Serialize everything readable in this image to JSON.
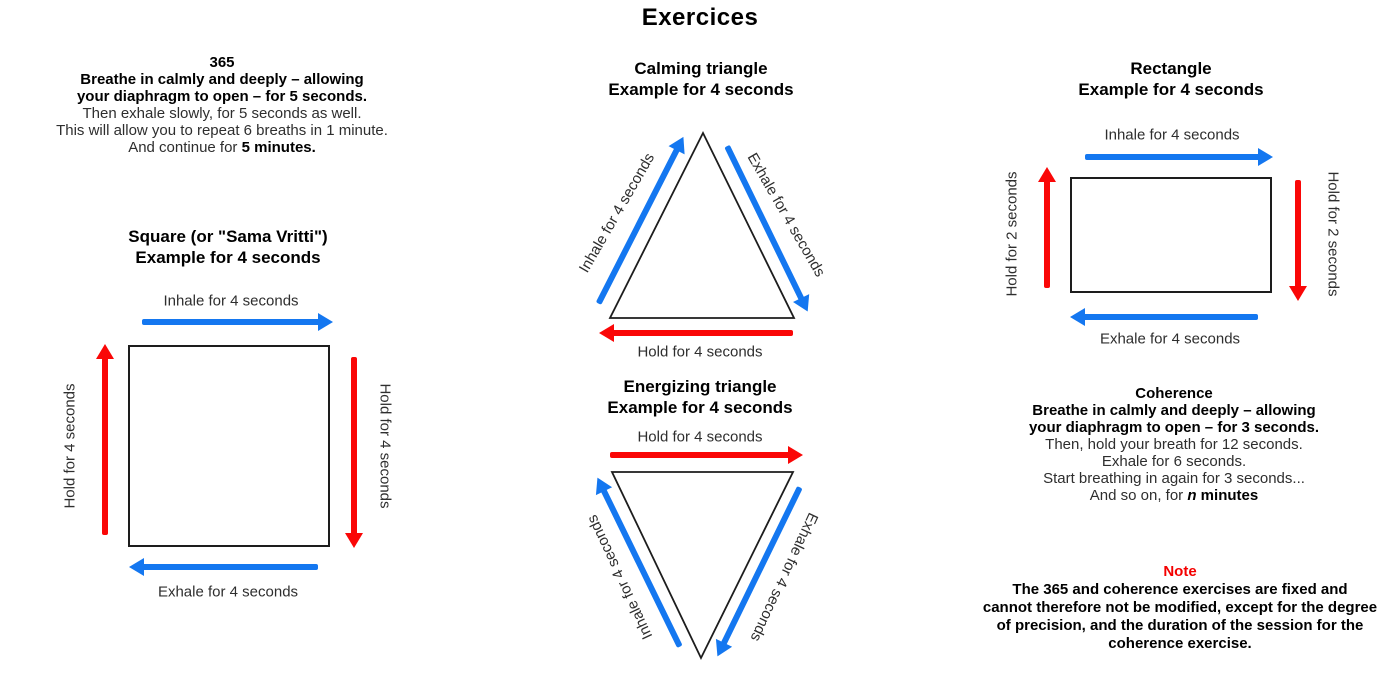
{
  "page_title": "Exercices",
  "colors": {
    "arrow_blue": "#1477F0",
    "arrow_red": "#FA0707",
    "note_title": "#F40000"
  },
  "s365": {
    "title": "365",
    "b1": "Breathe in calmly and deeply – allowing",
    "b2": "your diaphragm to open – for 5 seconds.",
    "r1": "Then exhale slowly, for 5 seconds as well.",
    "r2": "This will allow you to repeat 6 breaths in 1 minute.",
    "r3_pre": "And continue for ",
    "r3_bold": "5 minutes."
  },
  "square": {
    "t1": "Square (or \"Sama Vritti\")",
    "t2": "Example for 4 seconds",
    "inhale": "Inhale for 4 seconds",
    "exhale": "Exhale for 4 seconds",
    "hold_left": "Hold for 4 seconds",
    "hold_right": "Hold for 4 seconds"
  },
  "calming": {
    "t1": "Calming triangle",
    "t2": "Example for 4 seconds",
    "inhale": "Inhale for 4 seconds",
    "exhale": "Exhale for 4 seconds",
    "hold": "Hold for 4 seconds"
  },
  "energizing": {
    "t1": "Energizing triangle",
    "t2": "Example for 4 seconds",
    "hold": "Hold for 4 seconds",
    "inhale": "Inhale for 4 seconds",
    "exhale": "Exhale for 4 seconds"
  },
  "rect": {
    "t1": "Rectangle",
    "t2": "Example for 4 seconds",
    "inhale": "Inhale for 4 seconds",
    "exhale": "Exhale for 4 seconds",
    "hold_left": "Hold for 2 seconds",
    "hold_right": "Hold for 2 seconds"
  },
  "coherence": {
    "title": "Coherence",
    "b1": "Breathe in calmly and deeply – allowing",
    "b2": "your diaphragm to open – for 3 seconds.",
    "r1": "Then, hold your breath for 12 seconds.",
    "r2": "Exhale for 6 seconds.",
    "r3": "Start breathing in again for 3 seconds...",
    "r4_pre": "And so on, for ",
    "r4_n": "n",
    "r4_post": " minutes"
  },
  "note": {
    "title": "Note",
    "l1": "The 365 and coherence exercises are fixed and",
    "l2": "cannot therefore not be modified, except for the degree",
    "l3": "of precision, and the duration of the session for the",
    "l4": "coherence exercise."
  }
}
